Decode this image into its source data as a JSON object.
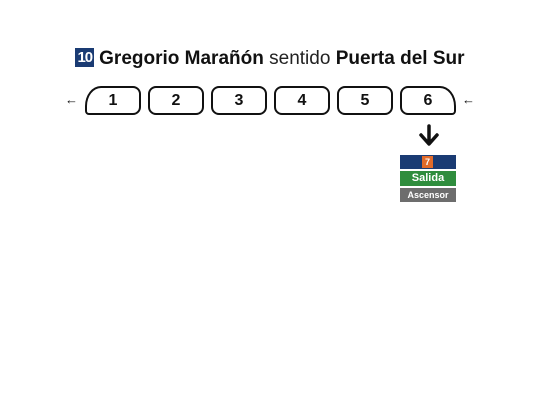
{
  "header": {
    "line_number": "10",
    "station": "Gregorio Marañón",
    "direction_word": "sentido",
    "destination": "Puerta del Sur"
  },
  "train": {
    "arrow_left_glyph": "←",
    "arrow_right_glyph": "←",
    "cars": [
      "1",
      "2",
      "3",
      "4",
      "5",
      "6"
    ]
  },
  "exit_info": {
    "transfer_line": "7",
    "transfer_line_color": "#e26b2a",
    "line_color": "#1a3b73",
    "exit_label": "Salida",
    "exit_color": "#2f8d3d",
    "elevator_label": "Ascensor",
    "elevator_color": "#6d6d6d",
    "pointer_icon": "down-arrow-icon"
  }
}
